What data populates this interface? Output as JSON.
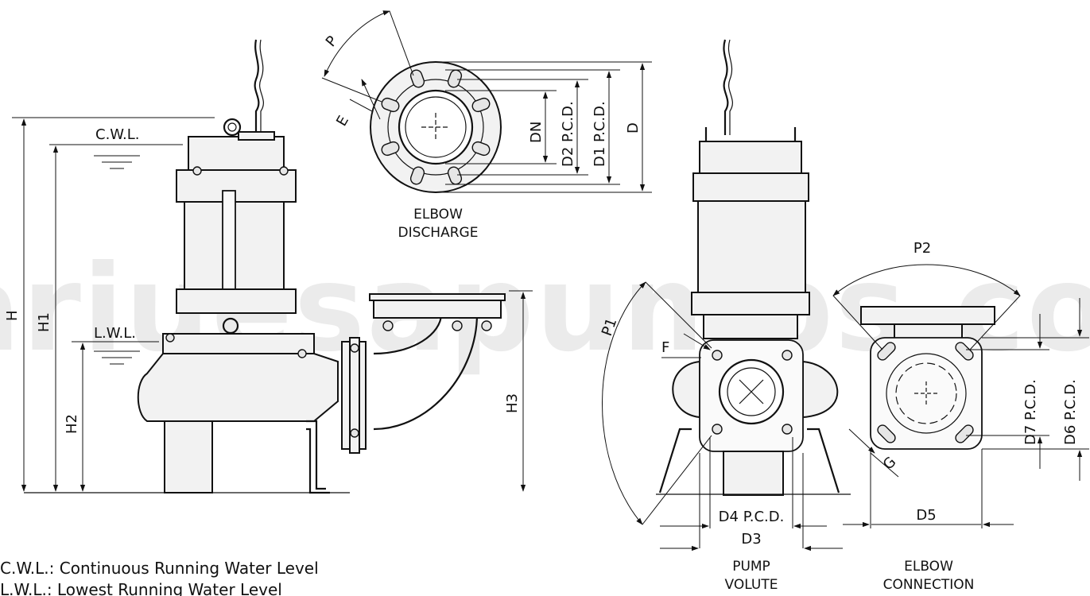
{
  "watermark": "pariuesapumps.com",
  "left_view": {
    "labels": {
      "cwl": "C.W.L.",
      "lwl": "L.W.L.",
      "h": "H",
      "h1": "H1",
      "h2": "H2",
      "h3": "H3"
    }
  },
  "elbow_discharge": {
    "labels": {
      "p": "P",
      "e": "E",
      "dn": "DN",
      "d2": "D2 P.C.D.",
      "d1": "D1 P.C.D.",
      "d": "D"
    },
    "caption_line1": "ELBOW",
    "caption_line2": "DISCHARGE"
  },
  "pump_volute": {
    "labels": {
      "p1": "P1",
      "f": "F",
      "d4": "D4 P.C.D.",
      "d3": "D3"
    },
    "caption_line1": "PUMP",
    "caption_line2": "VOLUTE"
  },
  "elbow_connection": {
    "labels": {
      "p2": "P2",
      "g": "G",
      "d5": "D5",
      "d7": "D7 P.C.D.",
      "d6": "D6 P.C.D."
    },
    "caption_line1": "ELBOW",
    "caption_line2": "CONNECTION"
  },
  "legend": {
    "cwl_note": "C.W.L.: Continuous Running Water Level",
    "lwl_note": "L.W.L.: Lowest Running Water Level"
  }
}
